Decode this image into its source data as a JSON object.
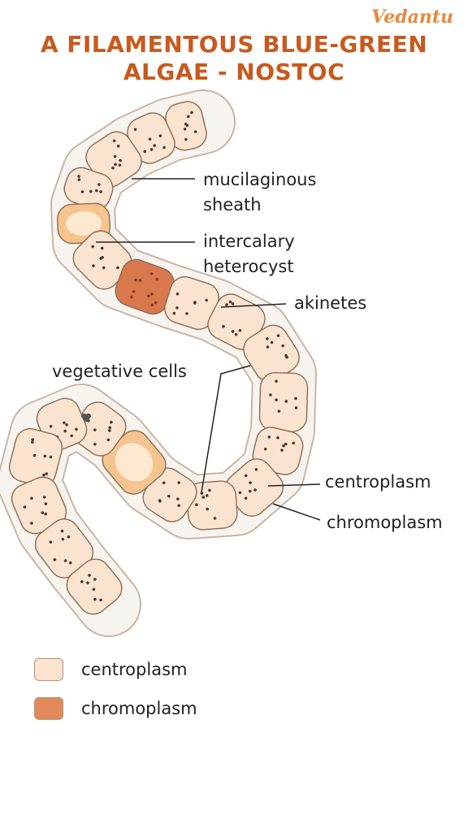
{
  "brand": "Vedantu",
  "title": {
    "line1": "A FILAMENTOUS BLUE-GREEN",
    "line2": "ALGAE - NOSTOC"
  },
  "labels": {
    "mucilaginous_sheath": [
      "mucilaginous",
      "sheath"
    ],
    "intercalary_heterocyst": [
      "intercalary",
      "heterocyst"
    ],
    "akinetes": "akinetes",
    "vegetative_cells": "vegetative cells",
    "centroplasm": "centroplasm",
    "chromoplasm": "chromoplasm"
  },
  "legend": [
    {
      "label": "centroplasm",
      "color": "#fbe4cf"
    },
    {
      "label": "chromoplasm",
      "color": "#e08a5c"
    }
  ],
  "colors": {
    "sheath": "#f7f3ef",
    "sheath_stroke": "#c9b6a6",
    "cell": "#fbe4cf",
    "cell_stroke": "#8c6a52",
    "heterocyst": "#f6c58f",
    "heterocyst_inner": "#fde8d0",
    "akinete": "#d9784d",
    "brand": "#e8893c",
    "title": "#c75a1e"
  }
}
